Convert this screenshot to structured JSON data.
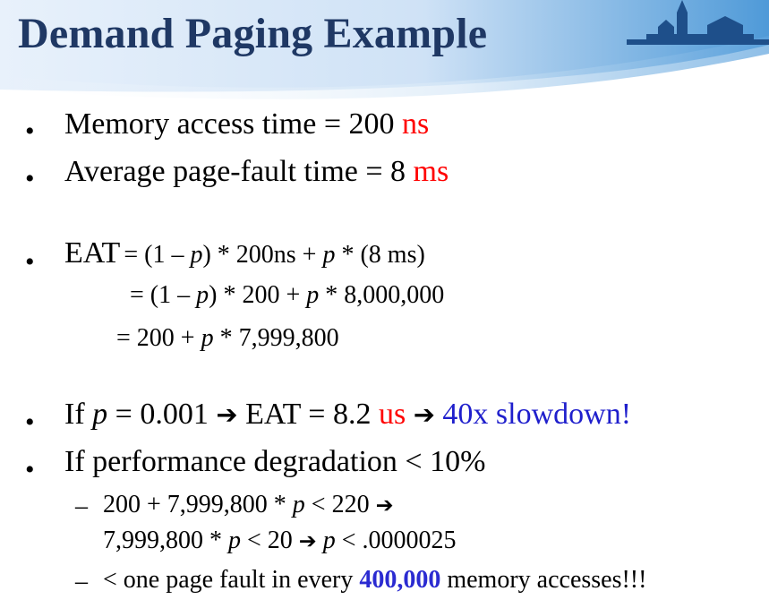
{
  "slide": {
    "title": "Demand Paging Example",
    "colors": {
      "title": "#1f3864",
      "emphasis_red": "#ff0000",
      "emphasis_blue": "#1f1fcc"
    }
  },
  "bullets": {
    "b1": {
      "text": "Memory access time = 200 ",
      "unit": "ns"
    },
    "b2": {
      "text": "Average page-fault time = 8 ",
      "unit": "ms"
    },
    "b3": {
      "label": "EAT",
      "line1": "= (1 – ",
      "p": "p",
      "line1b": ") * 200ns + ",
      "line1c": " * (8 ms)",
      "line2a": "= (1 – ",
      "line2b": ") * 200 + ",
      "line2c": " * 8,000,000",
      "line3a": "= 200 + ",
      "line3b": " * 7,999,800"
    },
    "b4": {
      "a": "If ",
      "b": " = 0.001 ",
      "arrow": "➔",
      "c": " EAT = 8.2 ",
      "unit": "us",
      "d": "40x slowdown!"
    },
    "b5": {
      "text": "If performance degradation < 10%"
    },
    "sub1": {
      "dash": "–",
      "l1a": "200 + 7,999,800 * ",
      "l1b": " < 220 ",
      "l2a": "7,999,800 * ",
      "l2b": " < 20 ",
      "l2c": " < .0000025"
    },
    "sub2": {
      "dash": "–",
      "a": "< one page fault in every ",
      "b": "400,000",
      "c": " memory accesses!!!"
    },
    "bullet_glyph": "•"
  }
}
